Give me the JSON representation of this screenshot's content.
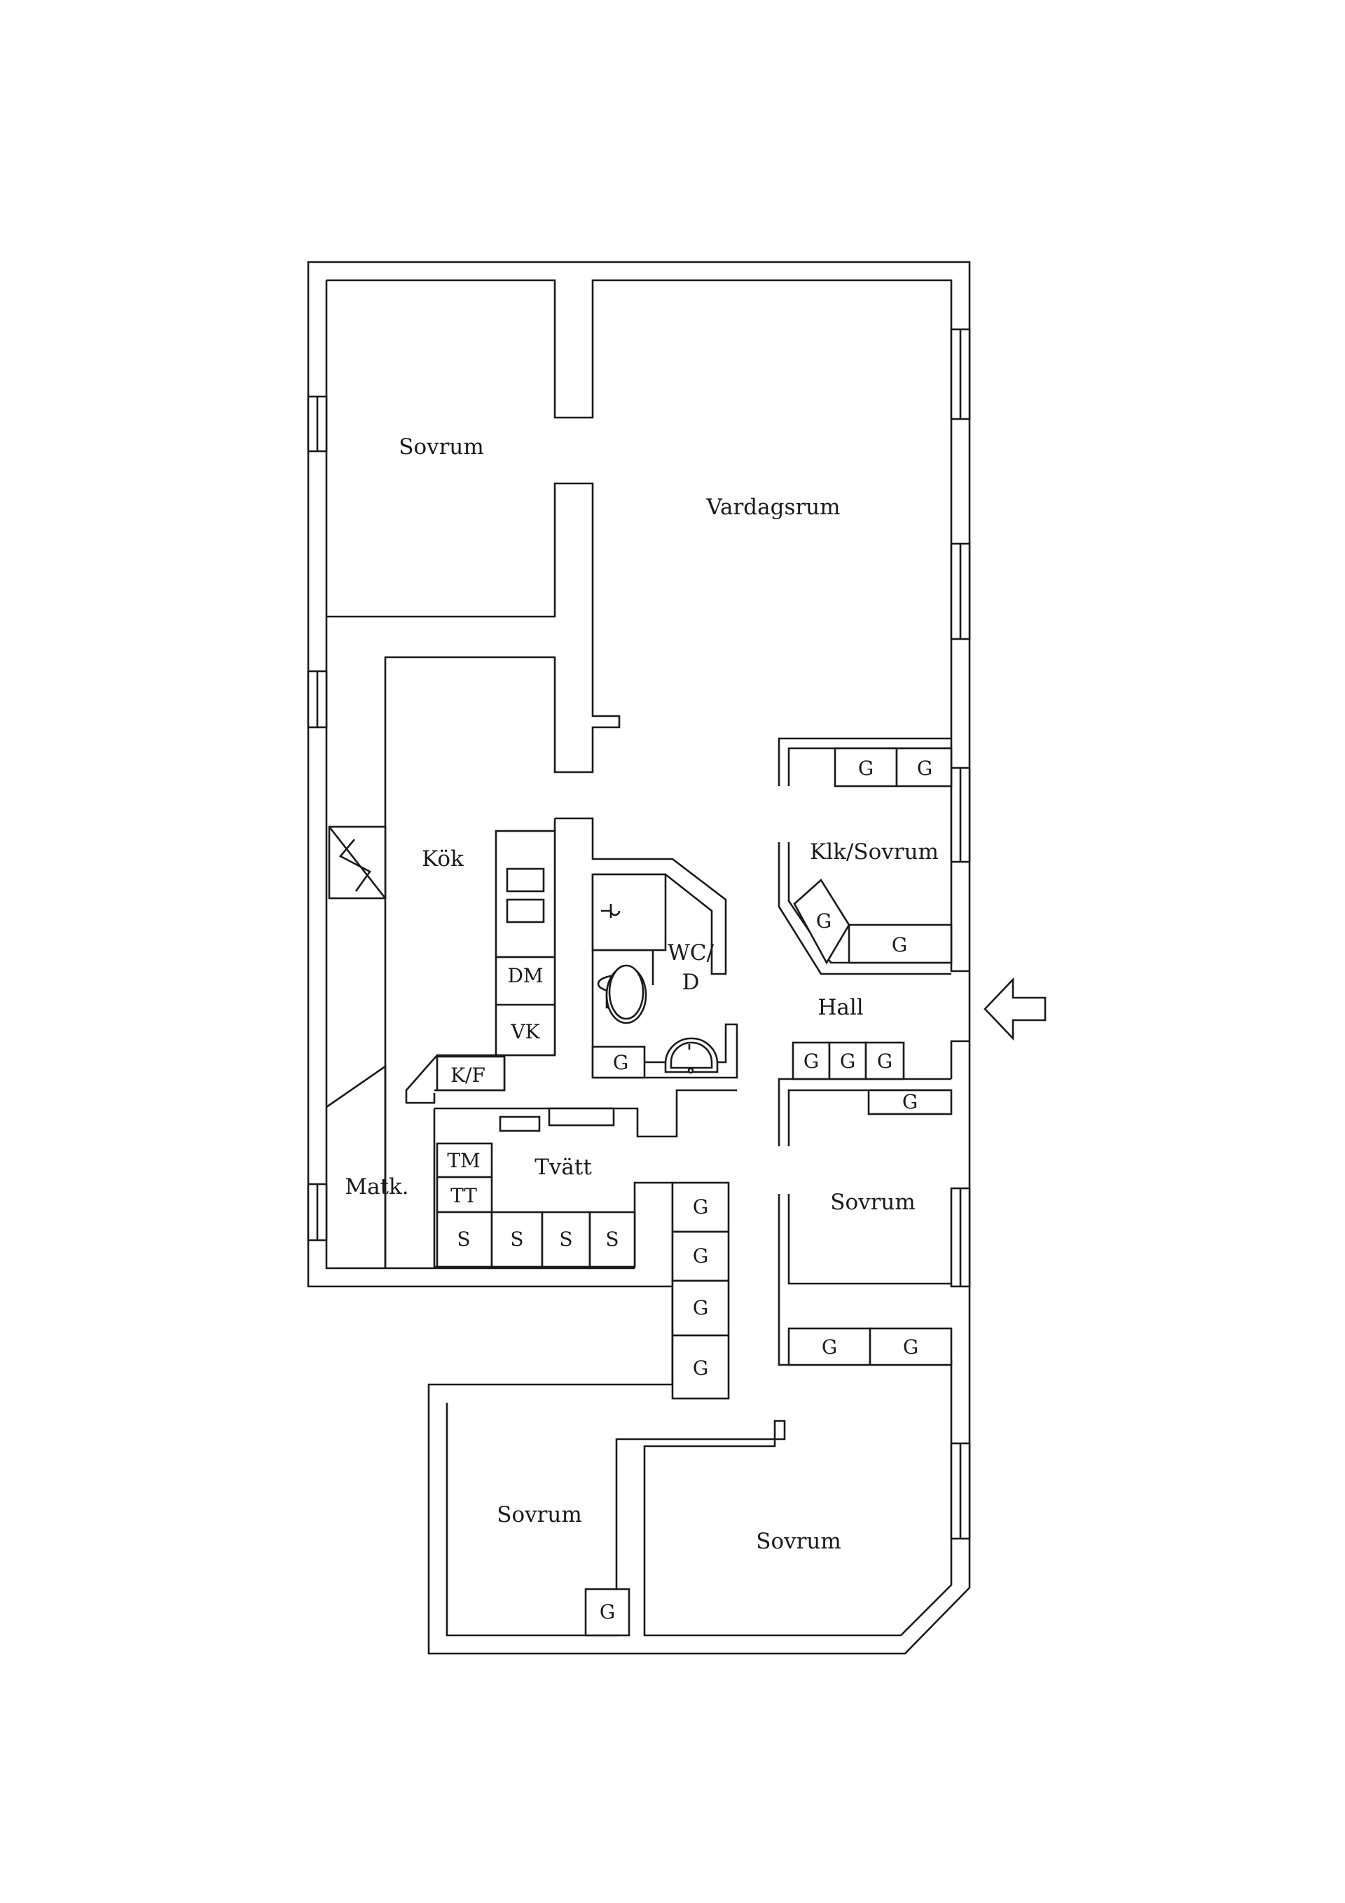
{
  "rooms": {
    "sovrum_nw": "Sovrum",
    "vardagsrum": "Vardagsrum",
    "kok": "Kök",
    "klk_sovrum": "Klk/Sovrum",
    "wc_line1": "WC/",
    "wc_line2": "D",
    "hall": "Hall",
    "tvatt": "Tvätt",
    "matk": "Matk.",
    "sovrum_e": "Sovrum",
    "sovrum_sw": "Sovrum",
    "sovrum_se": "Sovrum"
  },
  "fixtures": {
    "wardrobe": "G",
    "dishwasher": "DM",
    "water_heater": "VK",
    "fridge_freezer": "K/F",
    "washing_machine": "TM",
    "tumble_dryer": "TT",
    "storage": "S"
  },
  "colors": {
    "line": "#1a1a1a",
    "background": "#ffffff"
  }
}
